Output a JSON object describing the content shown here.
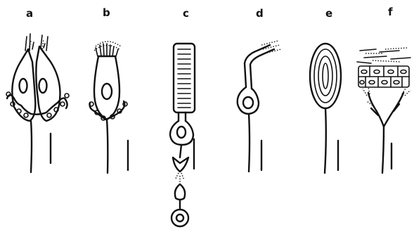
{
  "figure": {
    "panels": [
      {
        "label": "a"
      },
      {
        "label": "b"
      },
      {
        "label": "c"
      },
      {
        "label": "d"
      },
      {
        "label": "e"
      },
      {
        "label": "f"
      }
    ]
  }
}
